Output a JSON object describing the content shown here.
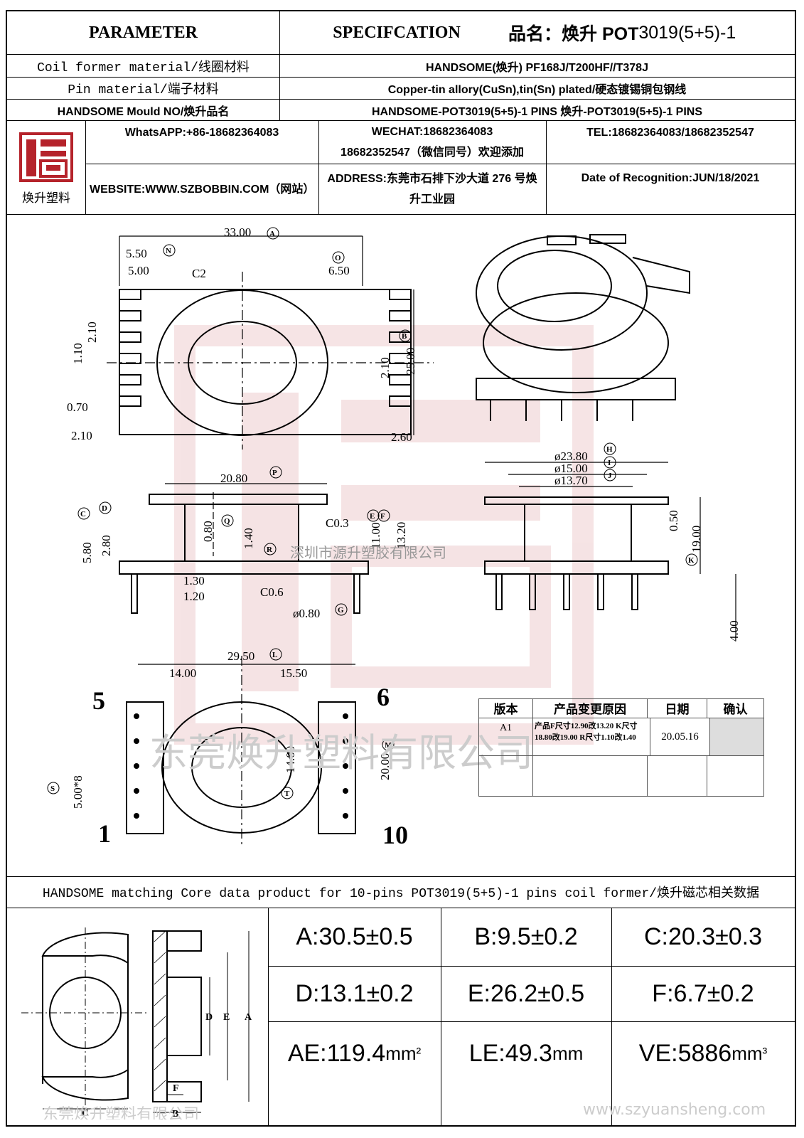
{
  "header": {
    "parameter": "PARAMETER",
    "specification": "SPECIFCATION",
    "product_name_label": "品名：焕升 POT",
    "product_name_value": "3019(5+5)-1"
  },
  "rows": [
    {
      "label": "Coil former material/线圈材料",
      "value": "HANDSOME(焕升)  PF168J/T200HF//T378J"
    },
    {
      "label": "Pin material/端子材料",
      "value": "Copper-tin allory(CuSn),tin(Sn) plated/硬态镀锡铜包钢线"
    },
    {
      "label": "HANDSOME Mould NO/焕升品名",
      "value": "HANDSOME-POT3019(5+5)-1 PINS   焕升-POT3019(5+5)-1 PINS"
    }
  ],
  "contact": {
    "logo_text": "焕升塑料",
    "whatsapp": "WhatsAPP:+86-18682364083",
    "wechat_line1": "WECHAT:18682364083",
    "wechat_line2": "18682352547（微信同号）欢迎添加",
    "tel": "TEL:18682364083/18682352547",
    "website": "WEBSITE:WWW.SZBOBBIN.COM（网站）",
    "address": "ADDRESS:东莞市石排下沙大道 276 号焕升工业园",
    "date": "Date of Recognition:JUN/18/2021"
  },
  "drawing": {
    "dims_top": [
      "33.00",
      "5.50",
      "5.00",
      "C2",
      "6.50",
      "2.10",
      "1.10",
      "0.70",
      "2.10",
      "25.00",
      "2.10",
      "2.60"
    ],
    "dims_side": [
      "20.80",
      "0.80",
      "1.40",
      "C0.3",
      "11.00",
      "13.20",
      "5.80",
      "2.80",
      "1.30",
      "1.20",
      "C0.6",
      "ø0.80"
    ],
    "dims_front": [
      "ø23.80",
      "ø15.00",
      "ø13.70",
      "0.50",
      "19.00",
      "4.00"
    ],
    "dims_bottom": [
      "29.50",
      "14.00",
      "15.50",
      "20.00",
      "14.00",
      "5.00*8"
    ],
    "markers": [
      "A",
      "N",
      "O",
      "B",
      "P",
      "Q",
      "R",
      "C",
      "D",
      "E",
      "F",
      "G",
      "H",
      "I",
      "J",
      "K",
      "L",
      "M",
      "S",
      "T"
    ],
    "pin_numbers": [
      "5",
      "6",
      "1",
      "10"
    ],
    "watermark_1": "深圳市源升塑胶有限公司",
    "watermark_2": "东莞焕升塑料有限公司"
  },
  "change_table": {
    "headers": [
      "版本",
      "产品变更原因",
      "日期",
      "确认"
    ],
    "rows": [
      {
        "version": "A1",
        "reason": "产品F尺寸12.90改13.20 K尺寸18.80改19.00 R尺寸1.10改1.40",
        "date": "20.05.16",
        "confirm": ""
      }
    ]
  },
  "core": {
    "title": "HANDSOME matching Core data  product for 10-pins POT3019(5+5)-1 pins coil former/焕升磁芯相关数据",
    "labels": [
      "A",
      "B",
      "C",
      "D",
      "E",
      "F"
    ],
    "specs": [
      [
        "A:30.5±0.5",
        "B:9.5±0.2",
        "C:20.3±0.3"
      ],
      [
        "D:13.1±0.2",
        "E:26.2±0.5",
        "F:6.7±0.2"
      ]
    ],
    "ae_label": "AE:119.4",
    "ae_unit": "mm",
    "ae_sup": "²",
    "le_label": "LE:49.3",
    "le_unit": "mm",
    "ve_label": "VE:5886",
    "ve_unit": "mm",
    "ve_sup": "³",
    "watermark": "东莞焕升塑料有限公司",
    "website_watermark": "www.szyuansheng.com"
  }
}
